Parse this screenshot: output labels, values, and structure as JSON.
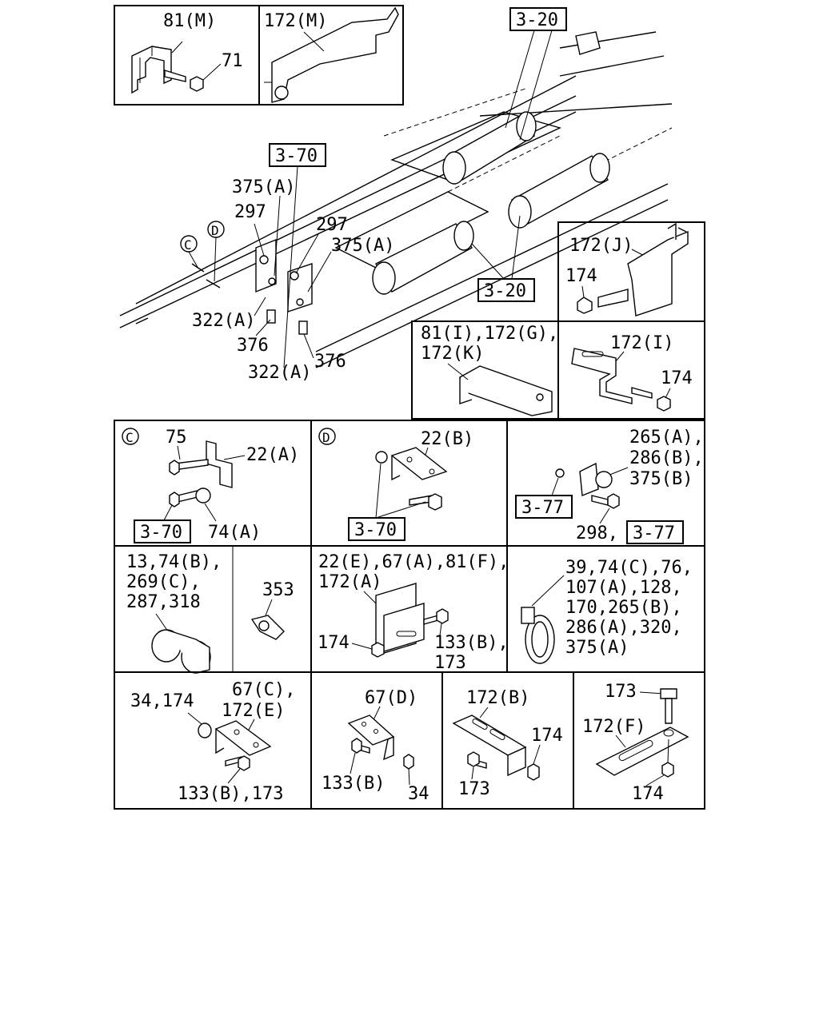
{
  "references": {
    "ref_3_20_top": "3-20",
    "ref_3_70_main": "3-70",
    "ref_3_20_mid": "3-20",
    "ref_3_70_c": "3-70",
    "ref_3_70_d": "3-70",
    "ref_3_77_a": "3-77",
    "ref_3_77_b": "3-77"
  },
  "detail_markers": {
    "c": "C",
    "d": "D"
  },
  "labels": {
    "box1_81m": "81(M)",
    "box1_71": "71",
    "box2_172m": "172(M)",
    "main_375a_1": "375(A)",
    "main_297_1": "297",
    "main_297_2": "297",
    "main_375a_2": "375(A)",
    "main_322a_1": "322(A)",
    "main_376_1": "376",
    "main_322a_2": "322(A)",
    "main_376_2": "376",
    "j_172j": "172(J)",
    "j_174": "174",
    "g_line1": "81(I),172(G),",
    "g_line2": "172(K)",
    "i_172i": "172(I)",
    "i_174": "174",
    "c_75": "75",
    "c_22a": "22(A)",
    "c_74a": "74(A)",
    "d_22b": "22(B)",
    "e_line1": "265(A),",
    "e_line2": "286(B),",
    "e_line3": "375(B)",
    "e_298": "298,",
    "f_line1": "13,74(B),",
    "f_line2": "269(C),",
    "f_line3": "287,318",
    "g2_353": "353",
    "h_line1": "22(E),67(A),81(F),",
    "h_line2": "172(A)",
    "h_174": "174",
    "h_133b": "133(B),",
    "h_173": "173",
    "k_line1": "39,74(C),76,",
    "k_line2": "107(A),128,",
    "k_line3": "170,265(B),",
    "k_line4": "286(A),320,",
    "k_line5": "375(A)",
    "l_34_174": "34,174",
    "l_67c": "67(C),",
    "l_172e": "172(E)",
    "l_133b_173": "133(B),173",
    "m_67d": "67(D)",
    "m_133b": "133(B)",
    "m_34": "34",
    "n_172b": "172(B)",
    "n_174": "174",
    "n_173": "173",
    "o_173": "173",
    "o_172f": "172(F)",
    "o_174": "174"
  }
}
